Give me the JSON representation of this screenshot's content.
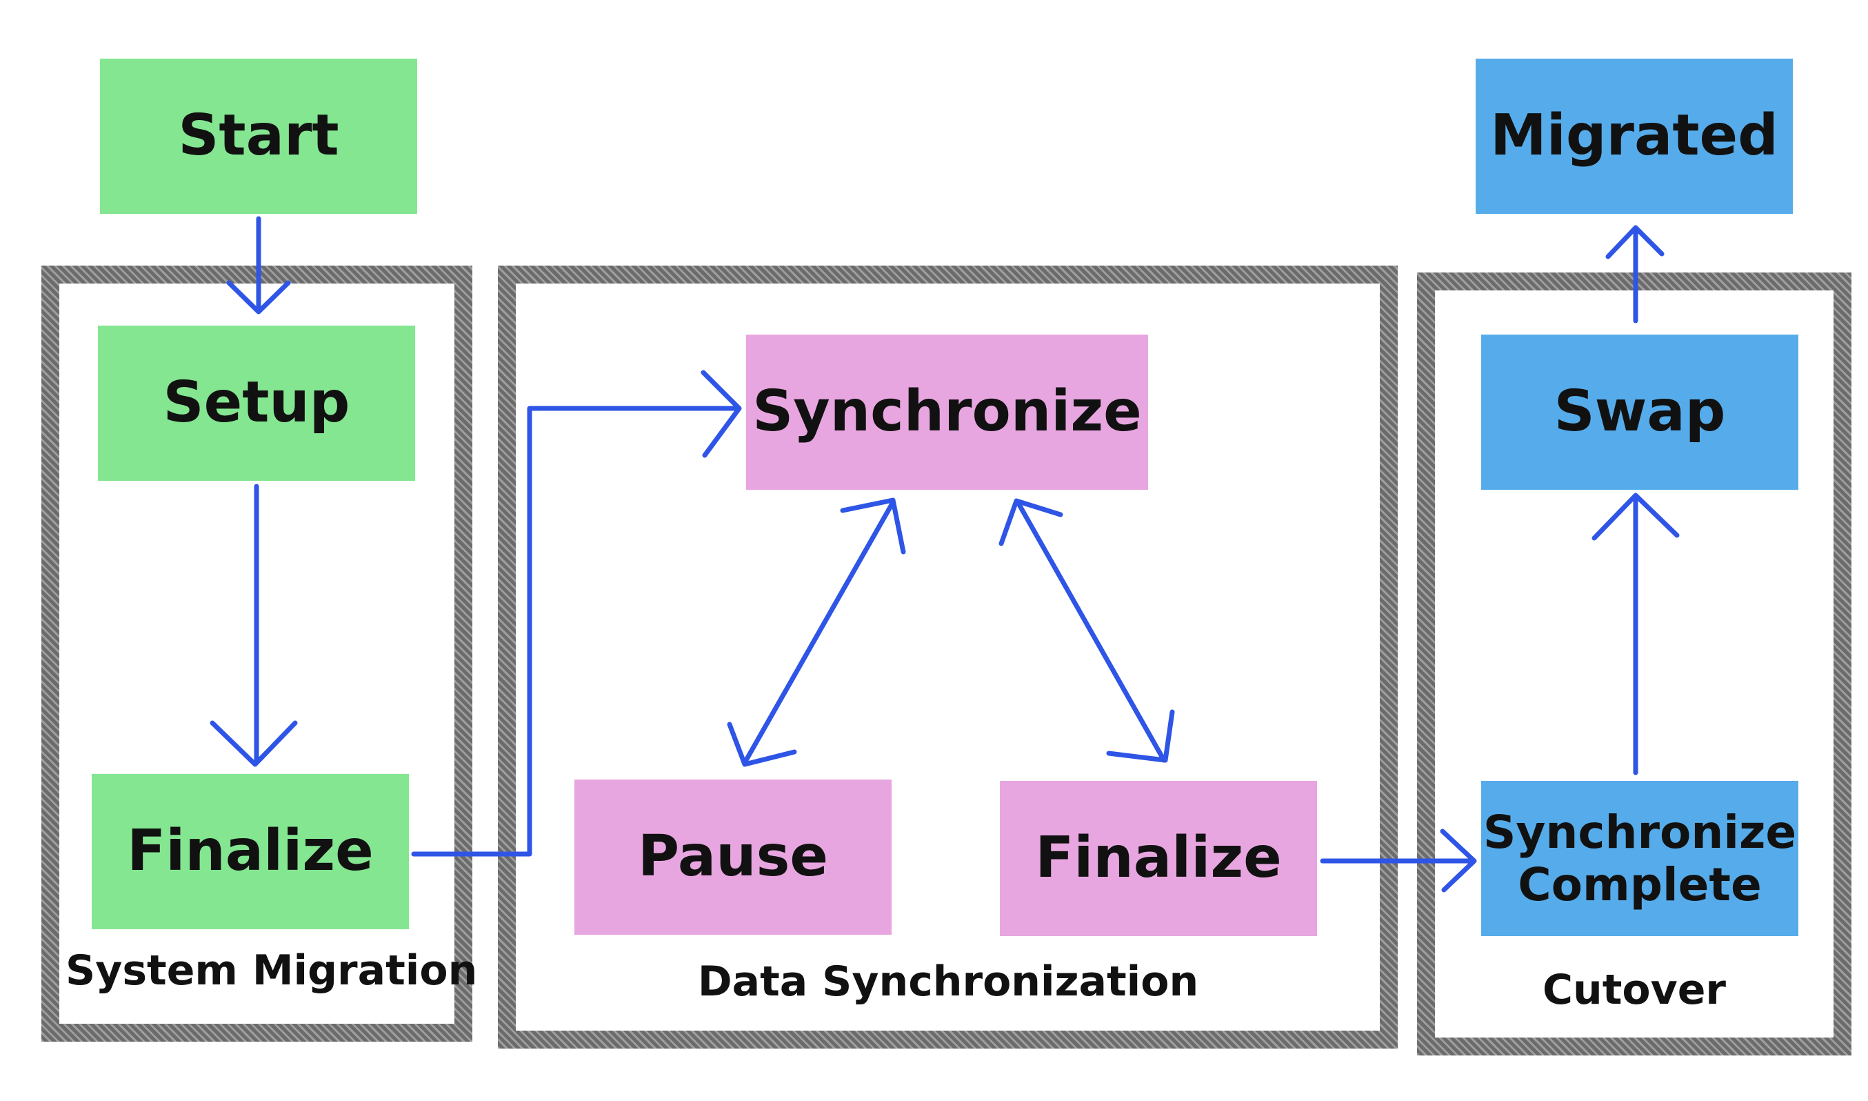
{
  "groups": {
    "system_migration": "System Migration",
    "data_synchronization": "Data Synchronization",
    "cutover": "Cutover"
  },
  "nodes": {
    "start": "Start",
    "setup": "Setup",
    "finalize_migration": "Finalize",
    "synchronize": "Synchronize",
    "pause": "Pause",
    "finalize_sync": "Finalize",
    "sync_complete_line1": "Synchronize",
    "sync_complete_line2": "Complete",
    "swap": "Swap",
    "migrated": "Migrated"
  },
  "colors": {
    "green": "#84e691",
    "pink": "#e8a6e0",
    "blue": "#56acea",
    "arrow": "#2f55e6",
    "group_border": "#6b6b6b"
  },
  "edges": [
    {
      "from": "Start",
      "to": "Setup"
    },
    {
      "from": "Setup",
      "to": "Finalize"
    },
    {
      "from": "Finalize",
      "to": "Synchronize"
    },
    {
      "from": "Synchronize",
      "to": "Pause",
      "bidirectional": true
    },
    {
      "from": "Synchronize",
      "to": "Finalize",
      "bidirectional": true
    },
    {
      "from": "Finalize",
      "to": "Synchronize Complete"
    },
    {
      "from": "Synchronize Complete",
      "to": "Swap"
    },
    {
      "from": "Swap",
      "to": "Migrated"
    }
  ]
}
